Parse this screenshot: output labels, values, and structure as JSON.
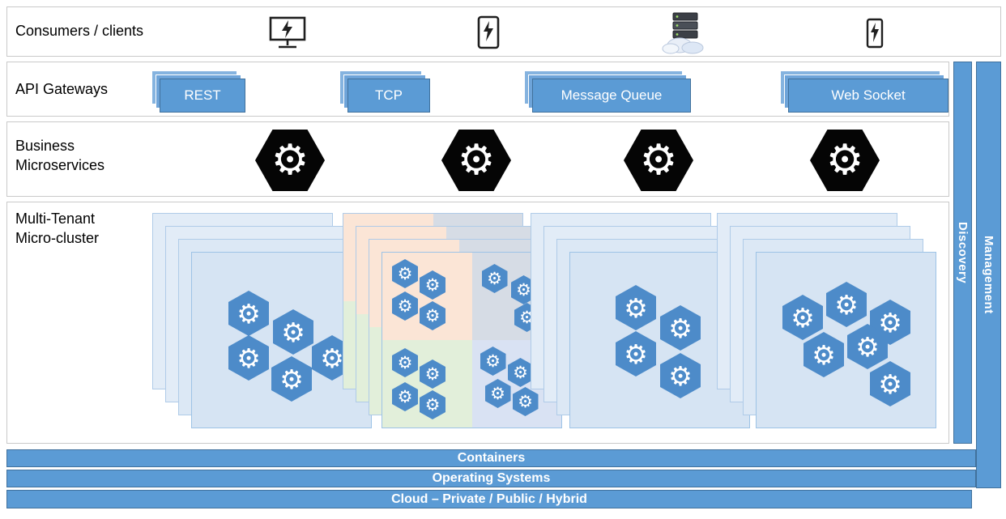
{
  "rows": {
    "consumers": {
      "label": "Consumers / clients",
      "devices": [
        "desktop-client",
        "tablet-client",
        "server-client",
        "mobile-client"
      ]
    },
    "api_gateways": {
      "label": "API Gateways",
      "gateways": [
        {
          "label": "REST"
        },
        {
          "label": "TCP"
        },
        {
          "label": "Message Queue"
        },
        {
          "label": "Web Socket"
        }
      ]
    },
    "business": {
      "line1": "Business",
      "line2": "Microservices",
      "service_count": 4
    },
    "cluster": {
      "line1": "Multi-Tenant",
      "line2": "Micro-cluster"
    }
  },
  "cluster_panels": [
    {
      "name": "cluster-a",
      "stack_depth": 4,
      "gears": 5
    },
    {
      "name": "cluster-b-multitenant",
      "stack_depth": 4,
      "quadrants": [
        {
          "position": "top-left",
          "color": "#FBE5D6",
          "gears": 4
        },
        {
          "position": "top-right",
          "color": "#D6DCE5",
          "gears": 3
        },
        {
          "position": "bottom-left",
          "color": "#E2EFDA",
          "gears": 4
        },
        {
          "position": "bottom-right",
          "color": "#D9E2F3",
          "gears": 4
        }
      ]
    },
    {
      "name": "cluster-c",
      "stack_depth": 4,
      "gears": 4
    },
    {
      "name": "cluster-d",
      "stack_depth": 4,
      "gears": 6
    }
  ],
  "side_bars": {
    "discovery": "Discovery",
    "management": "Management"
  },
  "platform_bars": [
    {
      "label": "Containers"
    },
    {
      "label": "Operating Systems"
    },
    {
      "label": "Cloud – Private / Public / Hybrid"
    }
  ],
  "icons": {
    "gear": "⚙"
  },
  "colors": {
    "accent_blue": "#5B9BD5",
    "accent_blue_border": "#41719C",
    "panel_light": "#DEEAF6",
    "panel_border": "#9DC3E6",
    "quad_orange": "#FBE5D6",
    "quad_gray": "#D6DCE5",
    "quad_green": "#E2EFDA",
    "quad_blue": "#D9E2F3",
    "row_border": "#C9C9C9"
  }
}
